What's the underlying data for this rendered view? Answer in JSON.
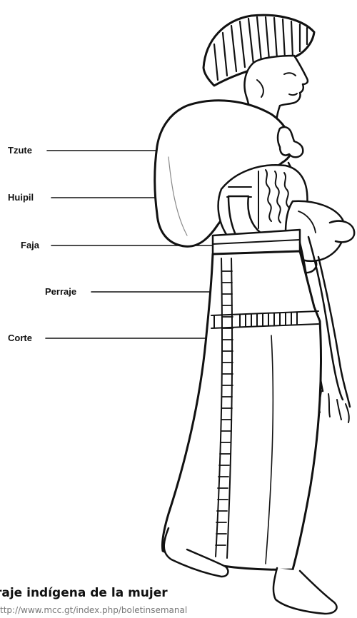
{
  "labels": {
    "tzute": "Tzute",
    "huipil": "Huipil",
    "faja": "Faja",
    "perraje": "Perraje",
    "corte": "Corte"
  },
  "caption": {
    "title": "raje indígena de la mujer",
    "url": "ttp://www.mcc.gt/index.php/boletinsemanal"
  },
  "colors": {
    "ink": "#111111",
    "paper": "#ffffff"
  }
}
